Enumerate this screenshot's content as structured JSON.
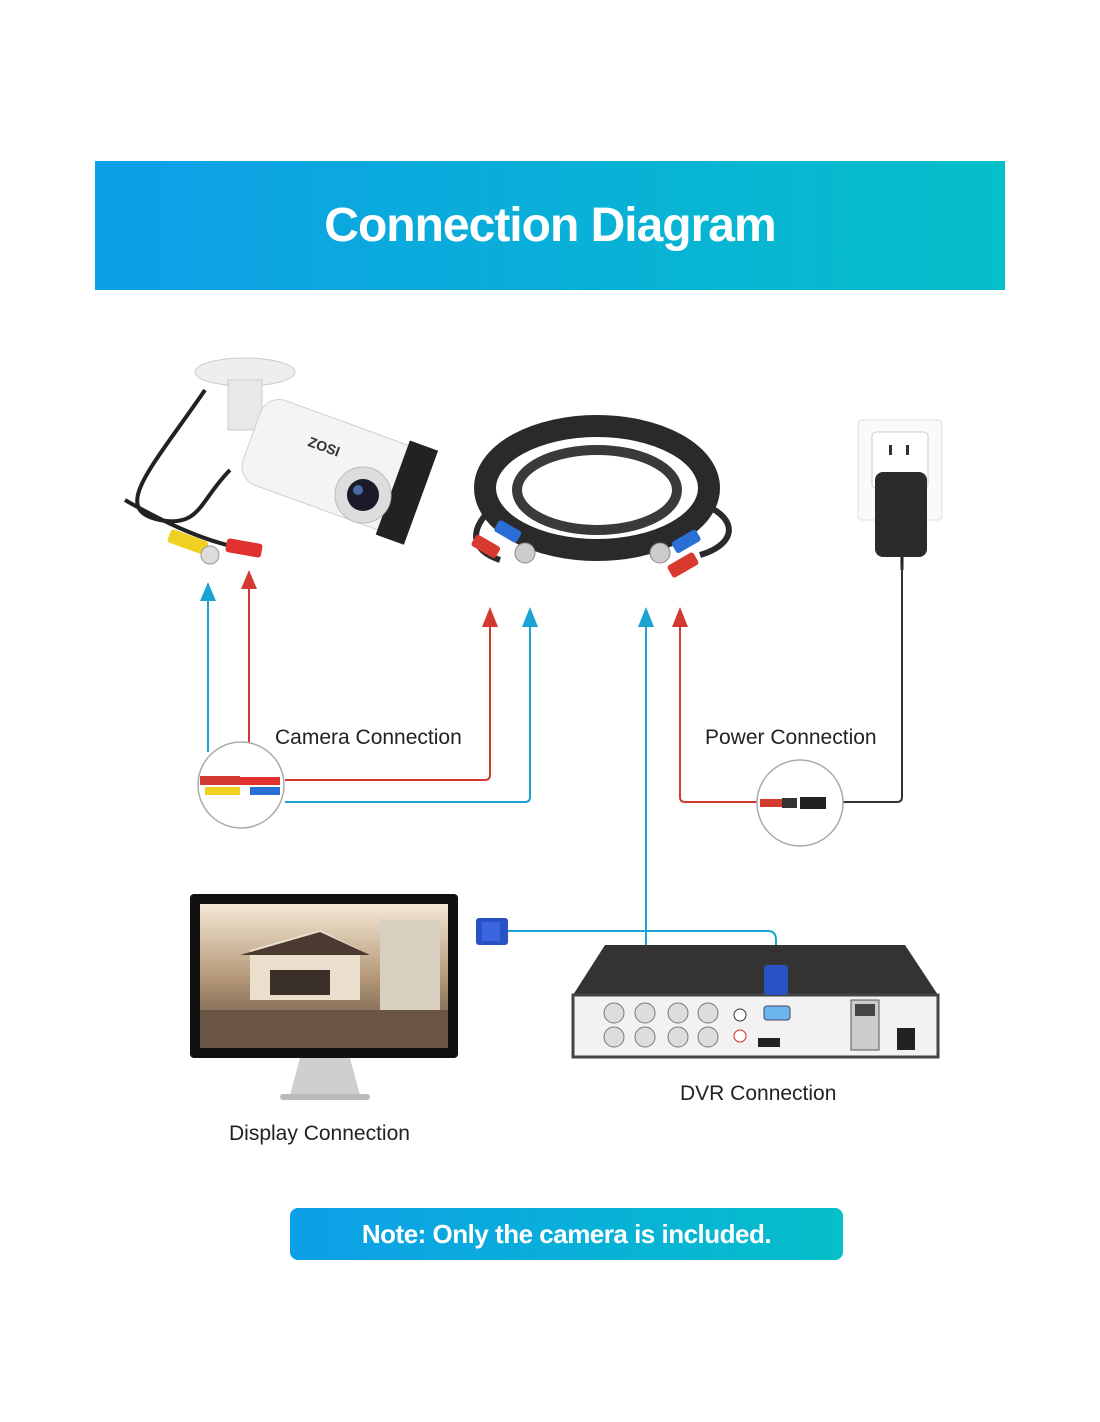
{
  "header": {
    "title": "Connection Diagram"
  },
  "labels": {
    "camera": "Camera Connection",
    "power": "Power Connection",
    "display": "Display Connection",
    "dvr": "DVR Connection"
  },
  "note": "Note: Only the camera is included.",
  "camera_logo": "ZOSI",
  "colors": {
    "video_line": "#1ba3d4",
    "power_line": "#d23a30",
    "accent_start": "#0d9fe8",
    "accent_end": "#05bfc9"
  }
}
